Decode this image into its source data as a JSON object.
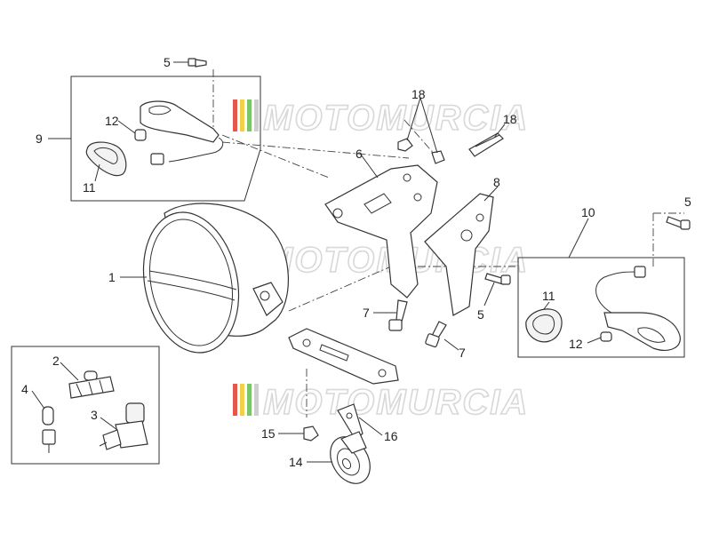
{
  "watermark": {
    "text": "MOTOMURCIA",
    "stripe_colors": [
      "#e4574c",
      "#f3cf4a",
      "#7cc46b",
      "#cfcfcf"
    ]
  },
  "callouts": [
    {
      "id": "c5a",
      "label": "5"
    },
    {
      "id": "c18a",
      "label": "18"
    },
    {
      "id": "c18b",
      "label": "18"
    },
    {
      "id": "c12a",
      "label": "12"
    },
    {
      "id": "c9",
      "label": "9"
    },
    {
      "id": "c11a",
      "label": "11"
    },
    {
      "id": "c6",
      "label": "6"
    },
    {
      "id": "c8",
      "label": "8"
    },
    {
      "id": "c5b",
      "label": "5"
    },
    {
      "id": "c10",
      "label": "10"
    },
    {
      "id": "c1",
      "label": "1"
    },
    {
      "id": "c5c",
      "label": "5"
    },
    {
      "id": "c7a",
      "label": "7"
    },
    {
      "id": "c7b",
      "label": "7"
    },
    {
      "id": "c11b",
      "label": "11"
    },
    {
      "id": "c12b",
      "label": "12"
    },
    {
      "id": "c2",
      "label": "2"
    },
    {
      "id": "c4",
      "label": "4"
    },
    {
      "id": "c3",
      "label": "3"
    },
    {
      "id": "c15",
      "label": "15"
    },
    {
      "id": "c16",
      "label": "16"
    },
    {
      "id": "c14",
      "label": "14"
    }
  ]
}
